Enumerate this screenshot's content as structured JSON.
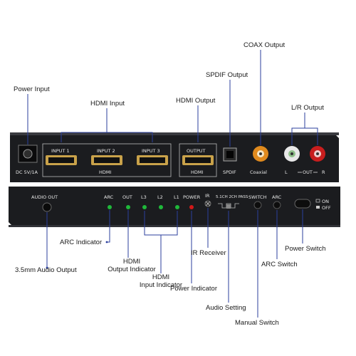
{
  "callouts": {
    "power_input": "Power Input",
    "hdmi_input": "HDMI Input",
    "hdmi_output": "HDMI Output",
    "spdif_output": "SPDIF Output",
    "coax_output": "COAX Output",
    "lr_output": "L/R Output",
    "arc_indicator": "ARC Indicator",
    "hdmi_output_indicator_1": "HDMI",
    "hdmi_output_indicator_2": "Output Indicator",
    "audio_output_35": "3.5mm Audio Output",
    "hdmi_input_indicator_1": "HDMI",
    "hdmi_input_indicator_2": "Input Indicator",
    "ir_receiver": "IR Receiver",
    "power_indicator": "Power Indicator",
    "audio_setting": "Audio Setting",
    "manual_switch": "Manual Switch",
    "arc_switch": "ARC Switch",
    "power_switch": "Power Switch"
  },
  "back_panel": {
    "dc": "DC 5V/1A",
    "input1": "INPUT 1",
    "input2": "INPUT 2",
    "input3": "INPUT 3",
    "hdmi_in": "HDMI",
    "output": "OUTPUT",
    "hdmi_out": "HDMI",
    "spdif": "SPDIF",
    "coaxial": "Coaxial",
    "l": "L",
    "out": "OUT",
    "r": "R"
  },
  "front_panel": {
    "audio_out": "AUDIO OUT",
    "arc": "ARC",
    "out": "OUT",
    "l3": "L3",
    "l2": "L2",
    "l1": "L1",
    "power": "POWER",
    "ir": "IR",
    "audio_modes": "5.1CH 2CH PASS",
    "switch": "SWITCH",
    "arc_btn": "ARC",
    "on": "ON",
    "off": "OFF"
  },
  "colors": {
    "line": "#2b3f9e",
    "device": "#1b1c1f",
    "led_green": "#1fb83a",
    "led_red": "#d11818",
    "hdmi_gold": "#c9a24a",
    "rca_orange": "#e08a1e",
    "rca_white": "#e8e8e8",
    "rca_red": "#c81e1e"
  }
}
